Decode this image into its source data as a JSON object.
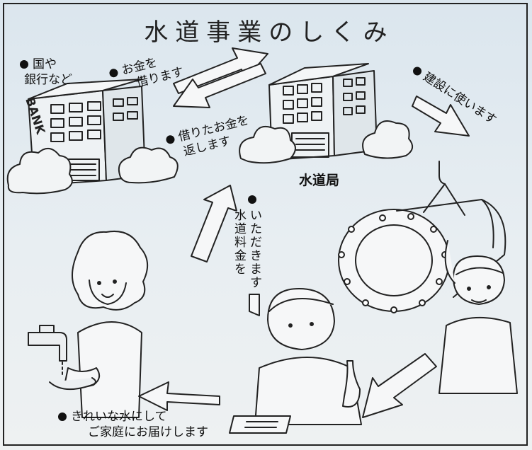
{
  "title": "水道事業のしくみ",
  "labels": {
    "banks": [
      "国や",
      "銀行など"
    ],
    "borrow": [
      "お金を",
      "借ります"
    ],
    "repay": [
      "借りたお金を",
      "返します"
    ],
    "construction": "建設に使います",
    "waterworks": "水道局",
    "fee_col1": "水道料金を",
    "fee_col2": "いただきます",
    "deliver": [
      "きれいな水にして",
      "ご家庭にお届けします"
    ],
    "bank_sign": "BANK"
  },
  "colors": {
    "ink": "#111111",
    "sky": "#dbe6ee"
  }
}
